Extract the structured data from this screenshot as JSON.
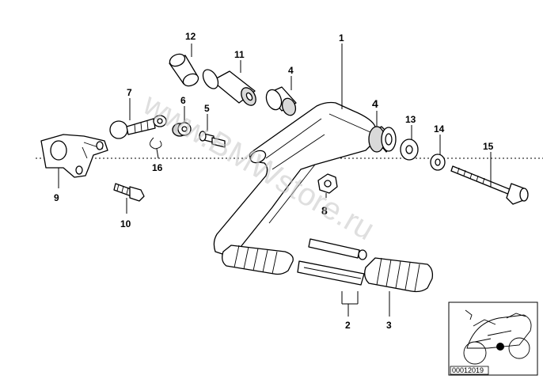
{
  "watermark": "www.BMWstore.ru",
  "reference_code": "00012019",
  "callouts": {
    "c1": "1",
    "c2": "2",
    "c3": "3",
    "c4a": "4",
    "c4b": "4",
    "c5": "5",
    "c6": "6",
    "c7": "7",
    "c8": "8",
    "c9": "9",
    "c10": "10",
    "c11": "11",
    "c12": "12",
    "c13": "13",
    "c14": "14",
    "c15": "15",
    "c16": "16"
  }
}
